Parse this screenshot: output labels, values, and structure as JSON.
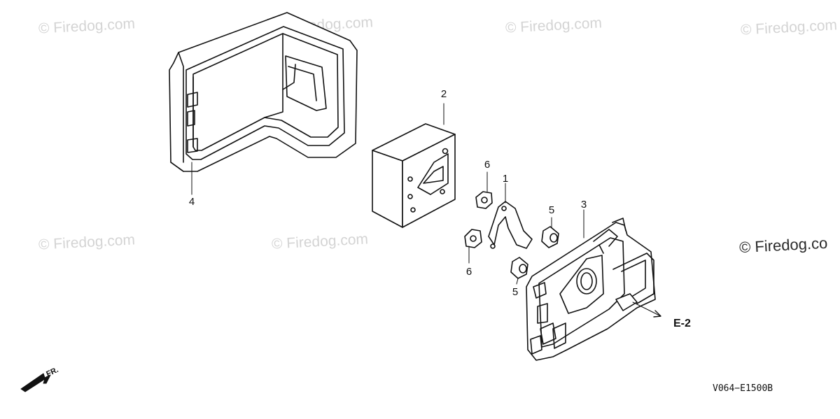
{
  "watermarks": {
    "w1": "© Firedog.com",
    "w2": "© Firedog.com",
    "w3": "© Firedog.com",
    "w4": "© Firedog.com",
    "w5": "© Firedog.com",
    "w6": "© Firedog.com",
    "w7": "© Firedog.co"
  },
  "callouts": {
    "c1": "1",
    "c2": "2",
    "c3": "3",
    "c4": "4",
    "c5a": "5",
    "c5b": "5",
    "c6a": "6",
    "c6b": "6"
  },
  "reference": "E-2",
  "front_label": "FR.",
  "diagram_code": "V064−E1500B"
}
